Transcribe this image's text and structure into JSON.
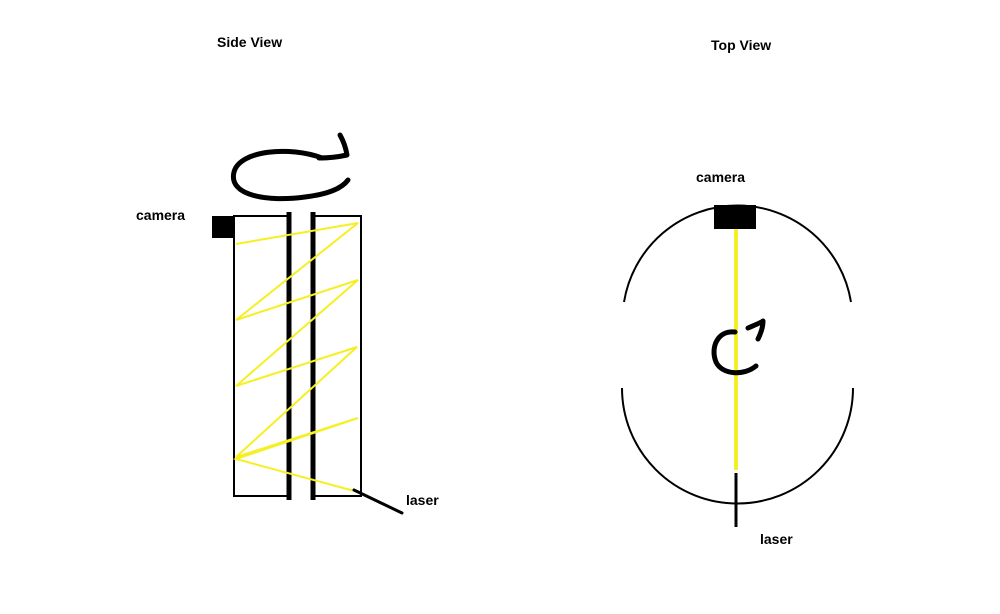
{
  "side_view": {
    "title": "Side View",
    "camera_label": "camera",
    "laser_label": "laser"
  },
  "top_view": {
    "title": "Top View",
    "camera_label": "camera",
    "laser_label": "laser"
  },
  "colors": {
    "ink": "#000000",
    "beam": "#f5ef23",
    "background": "#ffffff"
  },
  "icons": [
    "rotation-arrow-icon",
    "camera-icon",
    "laser-icon"
  ]
}
